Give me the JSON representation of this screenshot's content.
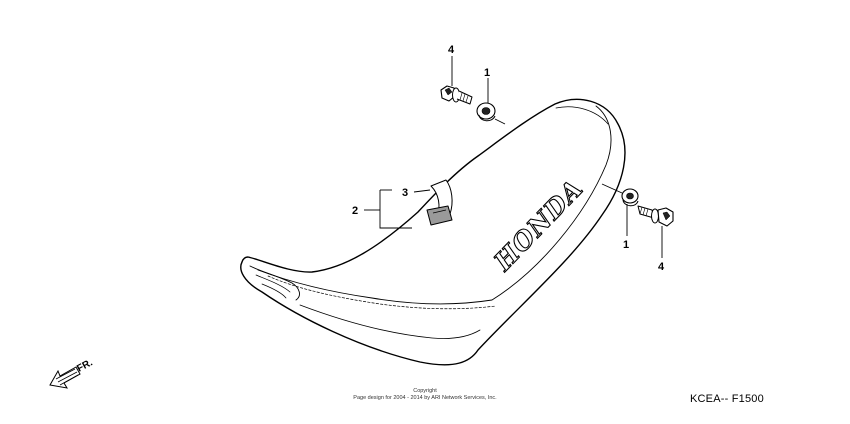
{
  "diagram": {
    "brand_text": "HONDA",
    "front_indicator": "FR.",
    "callouts": {
      "bolt_top": "4",
      "collar_top": "1",
      "bracket": "3",
      "seat": "2",
      "collar_right": "1",
      "bolt_right": "4"
    }
  },
  "footer": {
    "copyright_line1": "Copyright",
    "copyright_line2": "Page design for 2004 - 2014 by ARI Network Services, Inc.",
    "diagram_code": "KCEA-- F1500"
  }
}
